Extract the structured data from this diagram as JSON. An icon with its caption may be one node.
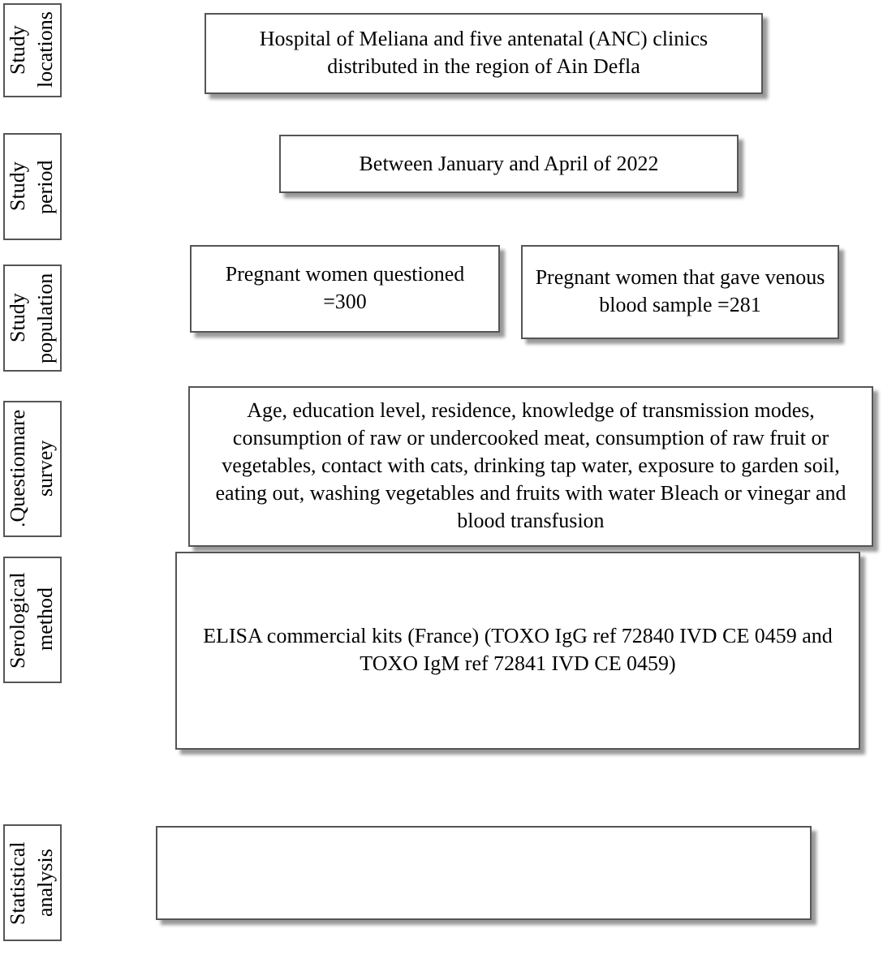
{
  "diagram": {
    "nodes": [
      {
        "text": [
          "Study locations"
        ]
      },
      {
        "text": [
          "Hospital of Meliana and five antenatal (ANC) clinics distributed in the region of Ain Defla"
        ]
      },
      {
        "text": [
          "Study period"
        ]
      },
      {
        "text": [
          "Between January and April of 2022"
        ]
      },
      {
        "text": [
          "Study population"
        ]
      },
      {
        "text": [
          "Pregnant women questioned =300"
        ]
      },
      {
        "text": [
          "Pregnant women that gave venous blood sample =281"
        ]
      },
      {
        "text": [
          ".Questionnare survey"
        ]
      },
      {
        "text": [
          "Age, education level, residence, knowledge of transmission modes, consumption of raw or undercooked meat, consumption of raw fruit or vegetables, contact with cats, drinking tap water, exposure to garden soil, eating out, washing vegetables and fruits with water Bleach or vinegar and blood transfusion"
        ]
      },
      {
        "text": [
          "Serological method"
        ]
      },
      {
        "text": [
          "ELISA commercial kits (France) (TOXO IgG ref 72840 IVD CE 0459 and TOXO IgM ref 72841 IVD CE 0459)"
        ]
      },
      {
        "text": [
          "Statistical analysis"
        ]
      },
      {
        "text": [],
        "shape": "box"
      }
    ],
    "edges": []
  }
}
